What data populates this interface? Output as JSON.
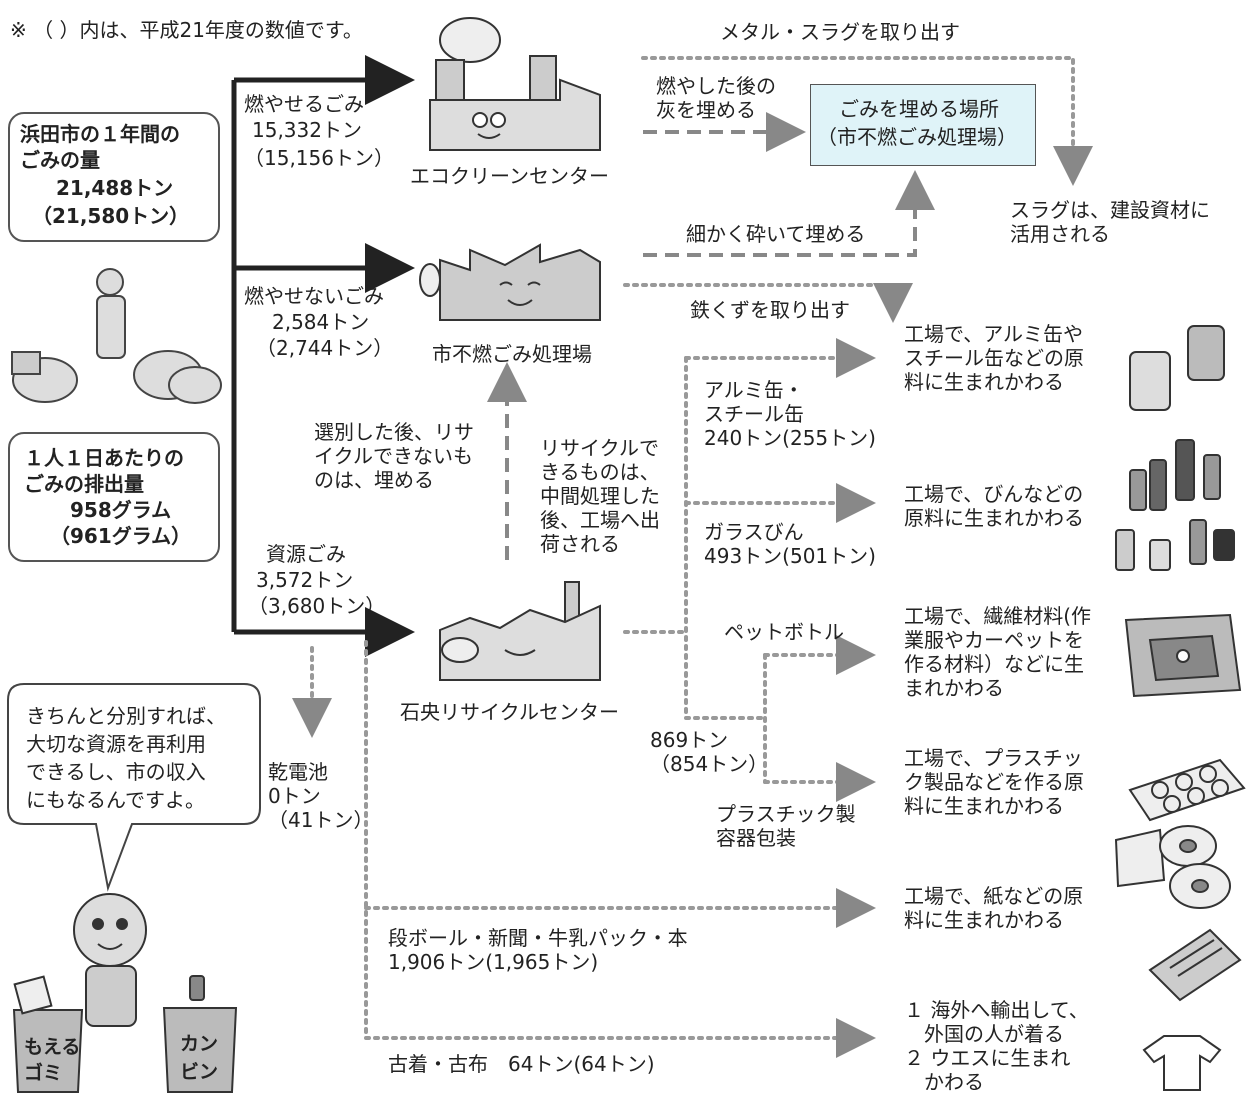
{
  "note": "※ （ ）内は、平成21年度の数値です。",
  "summary_total": {
    "line1": "浜田市の１年間の",
    "line2": "ごみの量",
    "value": "21,488トン",
    "prev": "（21,580トン）"
  },
  "summary_daily": {
    "line1": "１人１日あたりの",
    "line2": "ごみの排出量",
    "value": "958グラム",
    "prev": "（961グラム）"
  },
  "burnable": {
    "name": "燃やせるごみ",
    "amount": "15,332トン",
    "prev": "（15,156トン）"
  },
  "nonburnable": {
    "name": "燃やせないごみ",
    "amount": "2,584トン",
    "prev": "（2,744トン）"
  },
  "resource": {
    "name": "資源ごみ",
    "amount": "3,572トン",
    "prev": "（3,680トン）"
  },
  "facilities": {
    "eco": "エコクリーンセンター",
    "nonburn": "市不燃ごみ処理場",
    "recycle": "石央リサイクルセンター"
  },
  "landfill": {
    "line1": "ごみを埋める場所",
    "line2": "（市不燃ごみ処理場）"
  },
  "flows": {
    "metal_slag": "メタル・スラグを取り出す",
    "ash": "燃やした後の\n灰を埋める",
    "crush": "細かく砕いて埋める",
    "iron": "鉄くずを取り出す",
    "slag_use": "スラグは、建設資材に\n活用される",
    "sorted": "選別した後、リサ\nイクルできないも\nのは、埋める",
    "recyclable": "リサイクルで\nきるものは、\n中間処理した\n後、工場へ出\n荷される"
  },
  "items": {
    "cans": "アルミ缶・\nスチール缶\n240トン(255トン)",
    "glass": "ガラスびん\n493トン(501トン)",
    "pet": "ペットボトル",
    "plastic": "プラスチック製\n容器包装",
    "plastic_total": "869トン\n（854トン）",
    "battery": "乾電池\n0トン\n（41トン）",
    "paper": "段ボール・新聞・牛乳パック・本\n1,906トン(1,965トン)",
    "cloth": "古着・古布　64トン(64トン)"
  },
  "outcomes": {
    "cans": "工場で、アルミ缶や\nスチール缶などの原\n料に生まれかわる",
    "glass": "工場で、びんなどの\n原料に生まれかわる",
    "pet": "工場で、繊維材料(作\n業服やカーペットを\n作る材料）などに生\nまれかわる",
    "plastic": "工場で、プラスチッ\nク製品などを作る原\n料に生まれかわる",
    "paper": "工場で、紙などの原\n料に生まれかわる",
    "cloth": "１ 海外へ輸出して、\n　外国の人が着る\n２ ウエスに生まれ\n　かわる"
  },
  "speech": "きちんと分別すれば、\n大切な資源を再利用\nできるし、市の収入\nにもなるんですよ。",
  "bins": {
    "left": "もえる\nゴミ",
    "right": "カン\nビン"
  },
  "colors": {
    "arrow": "#222222",
    "dashed": "#888888",
    "dotted": "#999999",
    "landfill_fill": "#dff3f8"
  }
}
